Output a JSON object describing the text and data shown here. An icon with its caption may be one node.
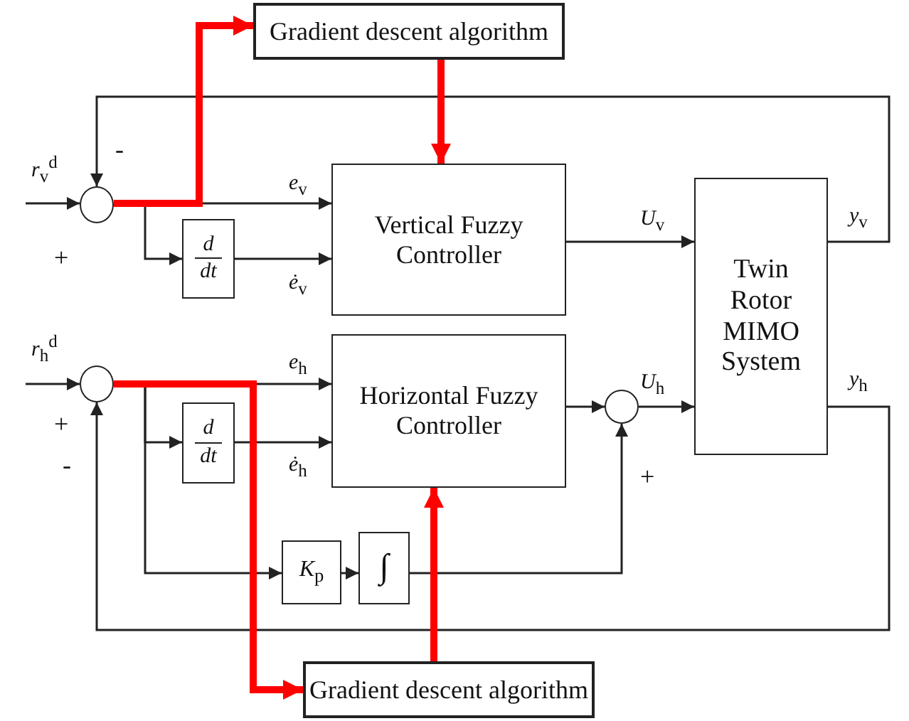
{
  "diagram": {
    "nodes": [
      {
        "text": [
          "Gradient descent algorithm"
        ]
      },
      {
        "text": [],
        "shape": "circle"
      },
      {
        "text": [
          "d",
          "dt"
        ]
      },
      {
        "text": [
          "Vertical Fuzzy Controller"
        ]
      },
      {
        "text": [
          "Twin Rotor MIMO System"
        ]
      },
      {
        "text": [],
        "shape": "circle"
      },
      {
        "text": [
          "d",
          "dt"
        ]
      },
      {
        "text": [
          "Horizontal Fuzzy Controller"
        ]
      },
      {
        "text": [],
        "shape": "circle"
      },
      {
        "text": [
          "*K*$_{p}$"
        ]
      },
      {
        "text": [
          "∫"
        ]
      },
      {
        "text": [
          "Gradient descent algorithm"
        ]
      }
    ],
    "edges": [
      {
        "from": null,
        "to": 1,
        "arrow": "to",
        "label": "*r*$_{v}$$^{d}$"
      },
      {
        "from": 1,
        "to": 3,
        "arrow": "to",
        "label": "*e*$_{v}$"
      },
      {
        "from": 1,
        "to": 2,
        "arrow": "to"
      },
      {
        "from": 2,
        "to": 3,
        "arrow": "to",
        "label": "*ė*$_{v}$"
      },
      {
        "from": 3,
        "to": 4,
        "arrow": "to",
        "label": "*U*$_{v}$"
      },
      {
        "from": 4,
        "to": 1,
        "arrow": "to",
        "label": "*y*$_{v}$"
      },
      {
        "from": null,
        "to": 5,
        "arrow": "to",
        "label": "*r*$_{h}$$^{d}$"
      },
      {
        "from": 5,
        "to": 7,
        "arrow": "to",
        "label": "*e*$_{h}$"
      },
      {
        "from": 5,
        "to": 6,
        "arrow": "to"
      },
      {
        "from": 6,
        "to": 7,
        "arrow": "to",
        "label": "*ė*$_{h}$"
      },
      {
        "from": 7,
        "to": 8,
        "arrow": "to"
      },
      {
        "from": 8,
        "to": 4,
        "arrow": "to",
        "label": "*U*$_{h}$"
      },
      {
        "from": 4,
        "to": 5,
        "arrow": "to",
        "label": "*y*$_{h}$"
      },
      {
        "from": 5,
        "to": 9,
        "arrow": "to"
      },
      {
        "from": 9,
        "to": 10,
        "arrow": "to"
      },
      {
        "from": 10,
        "to": 8,
        "arrow": "to"
      },
      {
        "from": 1,
        "to": 0,
        "arrow": "to",
        "style": "thick",
        "color": "#ff0000"
      },
      {
        "from": 0,
        "to": 3,
        "arrow": "to",
        "style": "thick",
        "color": "#ff0000"
      },
      {
        "from": 5,
        "to": 11,
        "arrow": "to",
        "style": "thick",
        "color": "#ff0000"
      },
      {
        "from": 11,
        "to": 7,
        "arrow": "to",
        "style": "thick",
        "color": "#ff0000"
      }
    ],
    "labels": [
      "-",
      "+",
      "+",
      "-",
      "+"
    ]
  }
}
